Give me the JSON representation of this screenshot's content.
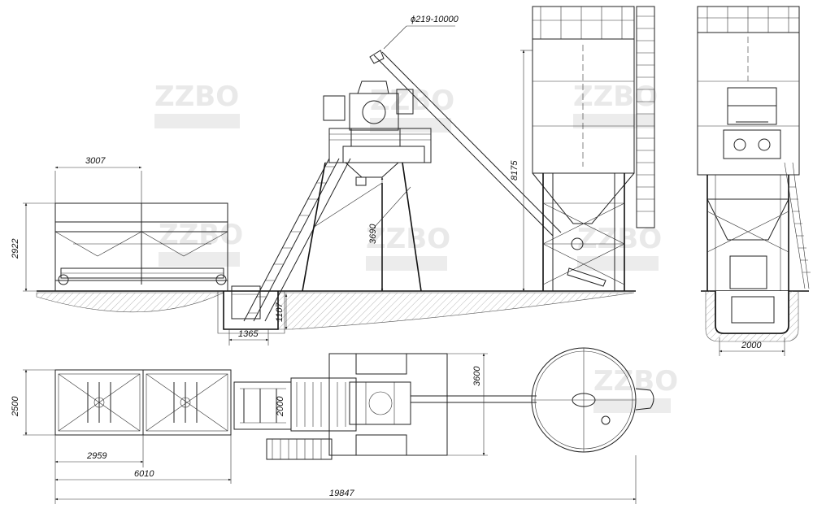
{
  "watermark": "ZZBO",
  "dimensions": {
    "hopper_width": "3007",
    "hopper_height": "2922",
    "pipe_spec": "ϕ219-10000",
    "mixer_height": "3690",
    "silo_height": "8175",
    "pit_depth": "1107",
    "pit_width": "1365",
    "side_width": "2000",
    "plan_depth": "2500",
    "plan_mixer_depth": "3600",
    "plan_conveyor": "2000",
    "plan_bin": "2959",
    "plan_hopper_total": "6010",
    "overall_length": "19847"
  }
}
